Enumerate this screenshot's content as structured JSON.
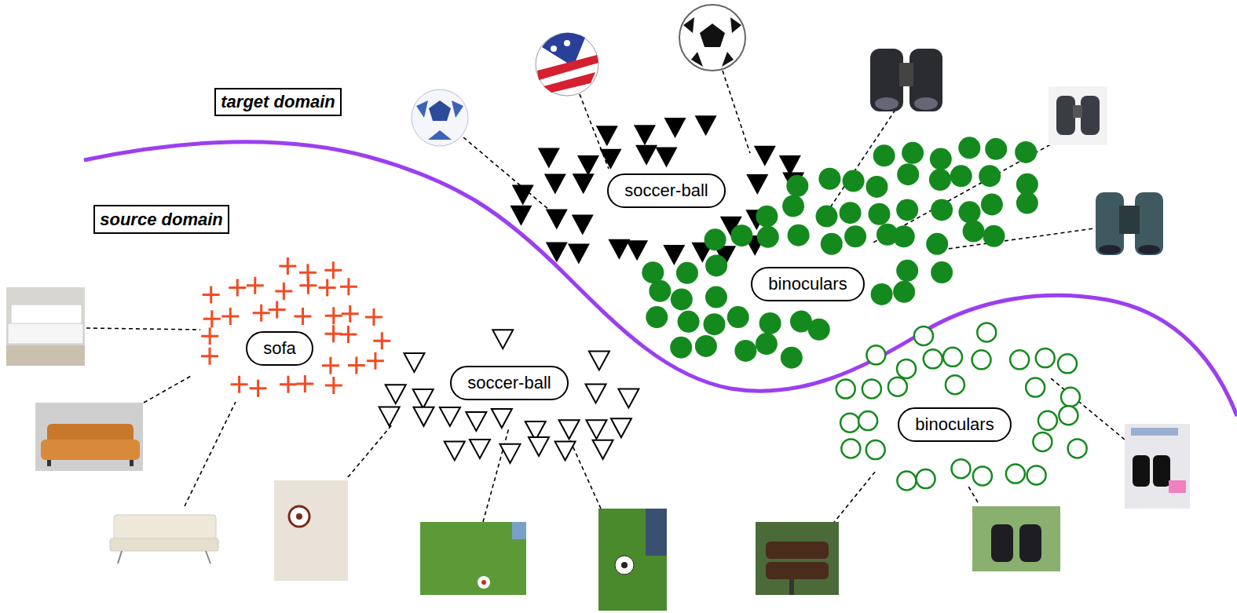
{
  "diagram": {
    "nodes": [
      {
        "text": [
          "target domain"
        ]
      },
      {
        "text": [
          "soccer-ball"
        ]
      },
      {
        "text": [
          "source domain"
        ]
      },
      {
        "text": [
          "binoculars"
        ]
      },
      {
        "text": [
          "sofa"
        ]
      },
      {
        "text": [
          "soccer-ball"
        ]
      },
      {
        "text": [
          "binoculars"
        ]
      }
    ]
  }
}
